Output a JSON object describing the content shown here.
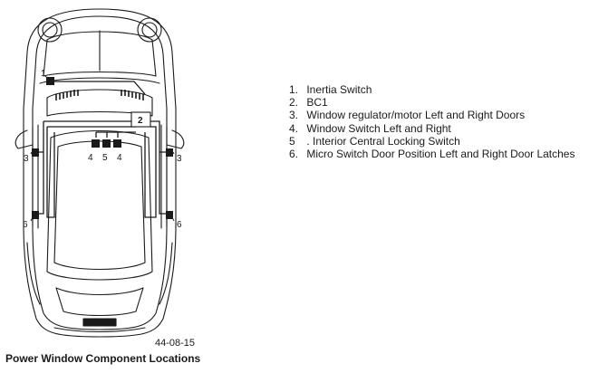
{
  "callouts": {
    "c1": "1",
    "c2": "2",
    "c3_left": "3",
    "c3_right": "3",
    "c4_left": "4",
    "c5": "5",
    "c4_right": "4",
    "c6_left": "6",
    "c6_right": "6"
  },
  "legend": [
    {
      "num": "1.",
      "label": "Inertia Switch"
    },
    {
      "num": "2.",
      "label": "BC1"
    },
    {
      "num": "3.",
      "label": "Window regulator/motor Left and Right Doors"
    },
    {
      "num": "4.",
      "label": "Window Switch Left and Right"
    },
    {
      "num": "5",
      "label": ". Interior Central Locking Switch"
    },
    {
      "num": "6.",
      "label": "Micro Switch Door Position Left and Right Door Latches"
    }
  ],
  "figure_ref": "44-08-15",
  "caption": "Power Window Component Locations"
}
